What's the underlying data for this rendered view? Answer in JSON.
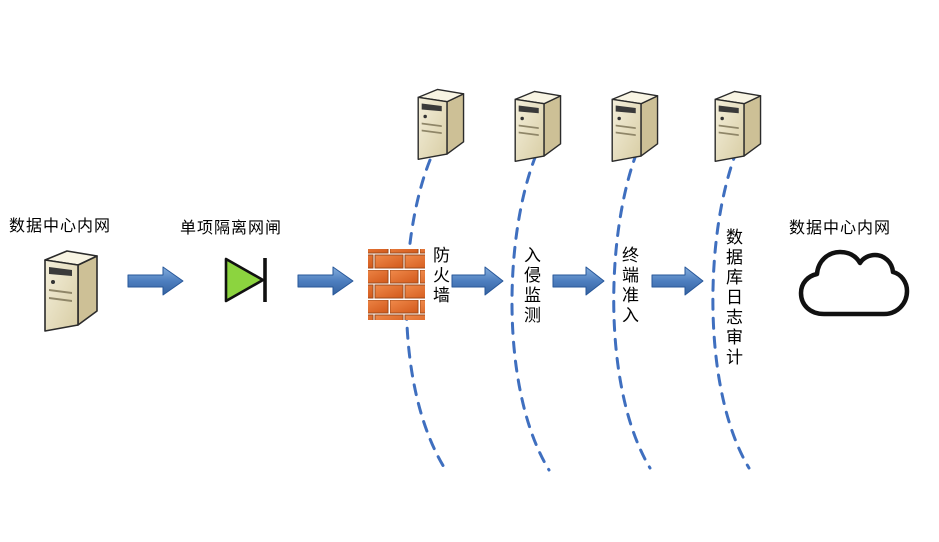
{
  "diagram": {
    "nodes": {
      "left_network": {
        "label": "数据中心内网",
        "icon": "server-icon"
      },
      "gateway": {
        "label": "单项隔离网闸",
        "icon": "one-way-diode-icon"
      },
      "firewall": {
        "label": "防火墙",
        "icon": "firewall-brick-icon"
      },
      "intrusion_detection": {
        "label": "入侵监测"
      },
      "terminal_access": {
        "label": "终端准入"
      },
      "db_log_audit": {
        "label": "数据库日志审计"
      },
      "right_network": {
        "label": "数据中心内网",
        "icon": "cloud-icon"
      }
    },
    "top_servers": {
      "count": 4,
      "icon": "server-icon"
    },
    "zone_boundaries": {
      "count": 4,
      "style": "dashed-arc"
    },
    "flow_arrows": {
      "count": 5,
      "direction": "right"
    },
    "colors": {
      "arrow_blue_light": "#85AEDD",
      "arrow_blue_dark": "#35629F",
      "boundary_dash_blue": "#3F6FBF",
      "brick_orange": "#E2662C",
      "diode_green": "#8CD43F",
      "outline_black": "#1a1a1a",
      "text": "#000000"
    }
  }
}
